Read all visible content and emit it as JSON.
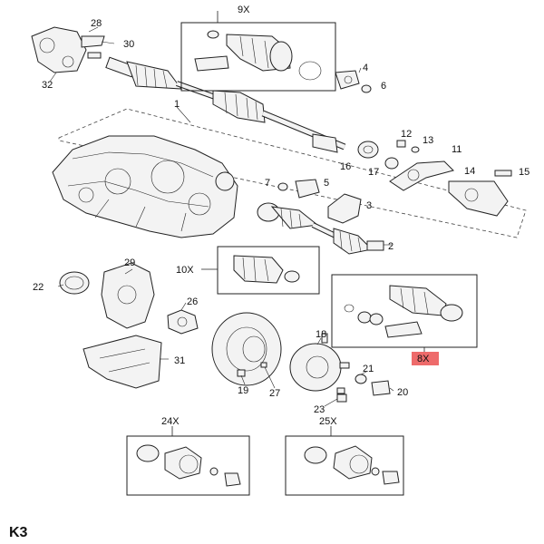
{
  "page_code": "K3",
  "highlight_color": "#ee6b6b",
  "callouts": {
    "c1": "1",
    "c2": "2",
    "c3": "3",
    "c4": "4",
    "c5": "5",
    "c6": "6",
    "c7": "7",
    "c11": "11",
    "c12": "12",
    "c13": "13",
    "c14": "14",
    "c15": "15",
    "c16": "16",
    "c17": "17",
    "c18": "18",
    "c19": "19",
    "c20": "20",
    "c21": "21",
    "c22": "22",
    "c23": "23",
    "c26": "26",
    "c27": "27",
    "c28": "28",
    "c29": "29",
    "c30": "30",
    "c31": "31",
    "c32": "32"
  },
  "kits": {
    "k9": "9X",
    "k10": "10X",
    "k8": "8X",
    "k24": "24X",
    "k25": "25X"
  }
}
